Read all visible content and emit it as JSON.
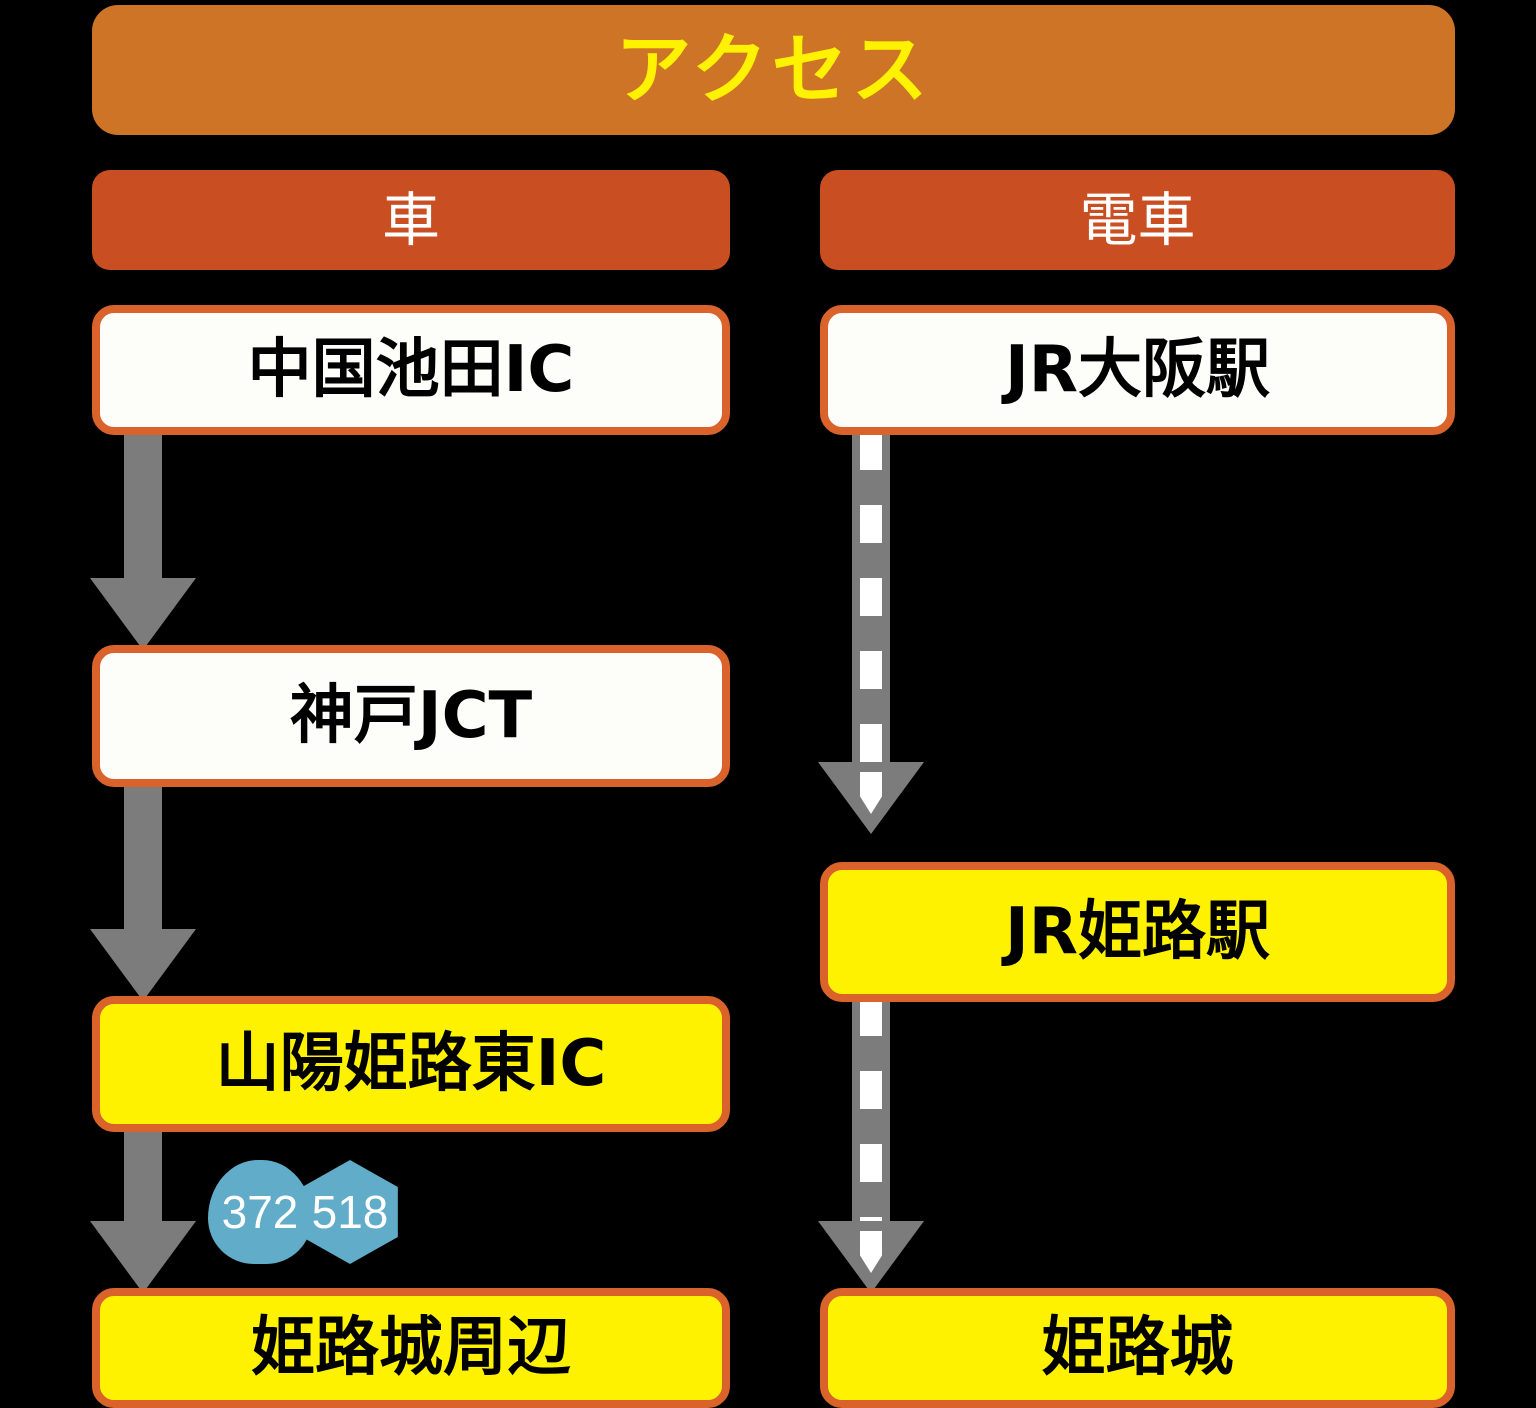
{
  "header": {
    "title": "アクセス",
    "title_bg": "#CE7427",
    "title_color": "#FFF200"
  },
  "columns": [
    {
      "id": "car",
      "header_label": "車",
      "header_bg": "#C94F23",
      "nodes": [
        {
          "label": "中国池田IC",
          "style": "white"
        },
        {
          "label": "神戸JCT",
          "style": "white"
        },
        {
          "label": "山陽姫路東IC",
          "style": "yellow"
        },
        {
          "label": "姫路城周辺",
          "style": "yellow"
        }
      ],
      "arrow_style": "solid",
      "arrow_color": "#7C7C7C"
    },
    {
      "id": "train",
      "header_label": "電車",
      "header_bg": "#C94F23",
      "nodes": [
        {
          "label": "JR大阪駅",
          "style": "white"
        },
        {
          "label": "JR姫路駅",
          "style": "yellow"
        },
        {
          "label": "姫路城",
          "style": "yellow"
        }
      ],
      "arrow_style": "dashed",
      "arrow_color": "#7C7C7C"
    }
  ],
  "route_badges": [
    {
      "number": "372",
      "shape": "shield",
      "color": "#61ACC8"
    },
    {
      "number": "518",
      "shape": "hex",
      "color": "#61ACC8"
    }
  ],
  "colors": {
    "background": "#000000",
    "box_border": "#D9632A",
    "box_white": "#FDFDFA",
    "box_yellow": "#FFF200",
    "arrow_gray": "#7C7C7C",
    "text_black": "#000000"
  }
}
